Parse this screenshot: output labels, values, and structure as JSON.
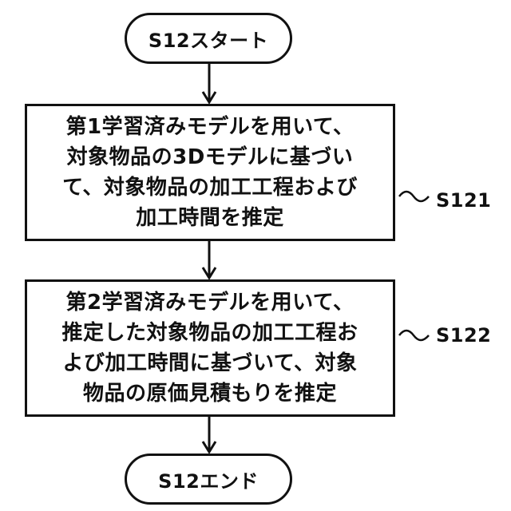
{
  "flowchart": {
    "start": {
      "label": "S12スタート"
    },
    "steps": [
      {
        "id": "S121",
        "lines": [
          "第1学習済みモデルを用いて、",
          "対象物品の3Dモデルに基づい",
          "て、対象物品の加工工程および",
          "加工時間を推定"
        ]
      },
      {
        "id": "S122",
        "lines": [
          "第2学習済みモデルを用いて、",
          "推定した対象物品の加工工程お",
          "よび加工時間に基づいて、対象",
          "物品の原価見積もりを推定"
        ]
      }
    ],
    "end": {
      "label": "S12エンド"
    }
  },
  "colors": {
    "stroke": "#111111",
    "fill": "#ffffff",
    "text": "#111111"
  }
}
